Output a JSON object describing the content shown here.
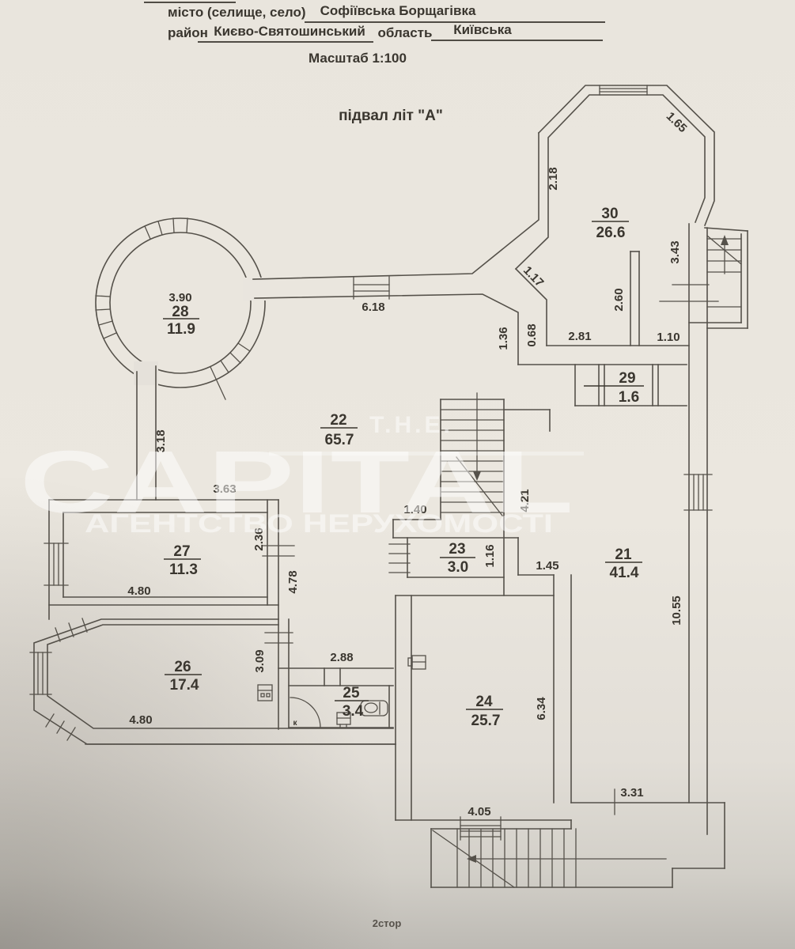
{
  "header": {
    "city_label": "місто (селище, село)",
    "city_value": "Софіївська Борщагівка",
    "district_label": "район",
    "district_value": "Києво-Святошинський",
    "region_label": "область",
    "region_value": "Київська",
    "scale": "Масштаб 1:100",
    "plan_title": "підвал літ \"А\"",
    "page_footer": "2стор"
  },
  "watermark": {
    "line1": "T.H.E.",
    "line2": "CAPITAL",
    "line3": "АГЕНТСТВО НЕРУХОМОСТІ"
  },
  "rooms": {
    "r21": {
      "number": "21",
      "area": "41.4"
    },
    "r22": {
      "number": "22",
      "area": "65.7"
    },
    "r23": {
      "number": "23",
      "area": "3.0"
    },
    "r24": {
      "number": "24",
      "area": "25.7"
    },
    "r25": {
      "number": "25",
      "area": "3.4"
    },
    "r26": {
      "number": "26",
      "area": "17.4"
    },
    "r27": {
      "number": "27",
      "area": "11.3"
    },
    "r28": {
      "number": "28",
      "area": "11.9",
      "diameter": "3.90"
    },
    "r29": {
      "number": "29",
      "area": "1.6"
    },
    "r30": {
      "number": "30",
      "area": "26.6"
    }
  },
  "dims": {
    "d165": "1.65",
    "d218": "2.18",
    "d343": "3.43",
    "d117": "1.17",
    "d136": "1.36",
    "d068": "0.68",
    "d281": "2.81",
    "d110": "1.10",
    "d260": "2.60",
    "d618": "6.18",
    "d318": "3.18",
    "d363": "3.63",
    "d236": "2.36",
    "d478": "4.78",
    "d480_27": "4.80",
    "d140": "1.40",
    "d116": "1.16",
    "d421": "4.21",
    "d145": "1.45",
    "d1055": "10.55",
    "d309": "3.09",
    "d288": "2.88",
    "d480_26": "4.80",
    "d634": "6.34",
    "d405": "4.05",
    "d331": "3.31"
  },
  "annotations": {
    "door_mark": "к"
  },
  "colors": {
    "paper": "#eae6df",
    "line": "#55514a",
    "text": "#3a362f",
    "watermark": "#ffffff",
    "shadow": "#bfbcb6"
  }
}
